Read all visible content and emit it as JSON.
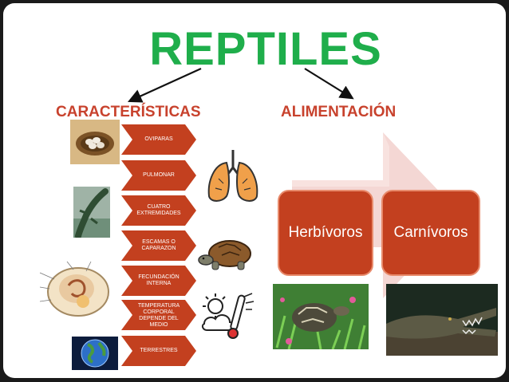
{
  "title": "REPTILES",
  "characteristics": {
    "heading": "CARACTERÍSTICAS",
    "items": [
      {
        "lines": [
          "OVIPARAS"
        ]
      },
      {
        "lines": [
          "PULMONAR"
        ]
      },
      {
        "lines": [
          "CUATRO",
          "EXTREMIDADES"
        ]
      },
      {
        "lines": [
          "ESCAMAS O",
          "CAPARAZON"
        ]
      },
      {
        "lines": [
          "FECUNDACIÓN",
          "INTERNA"
        ]
      },
      {
        "lines": [
          "TEMPERATURA",
          "CORPORAL",
          "DEPENDE DEL",
          "MEDIO"
        ]
      },
      {
        "lines": [
          "TERRESTRES"
        ]
      }
    ]
  },
  "feeding": {
    "heading": "ALIMENTACIÓN",
    "herbivores": "Herbívoros",
    "carnivores": "Carnívoros"
  },
  "colors": {
    "title": "#1fae4b",
    "heading": "#c8422d",
    "chevron": "#c3401f",
    "big_arrow": "#f2d3d0"
  },
  "icons": [
    "nest-eggs-image",
    "lungs-icon",
    "lizard-image",
    "turtle-icon",
    "embryo-diagram-image",
    "weather-thermometer-icon",
    "earth-globe-image",
    "tortoise-photo",
    "crocodile-photo"
  ]
}
